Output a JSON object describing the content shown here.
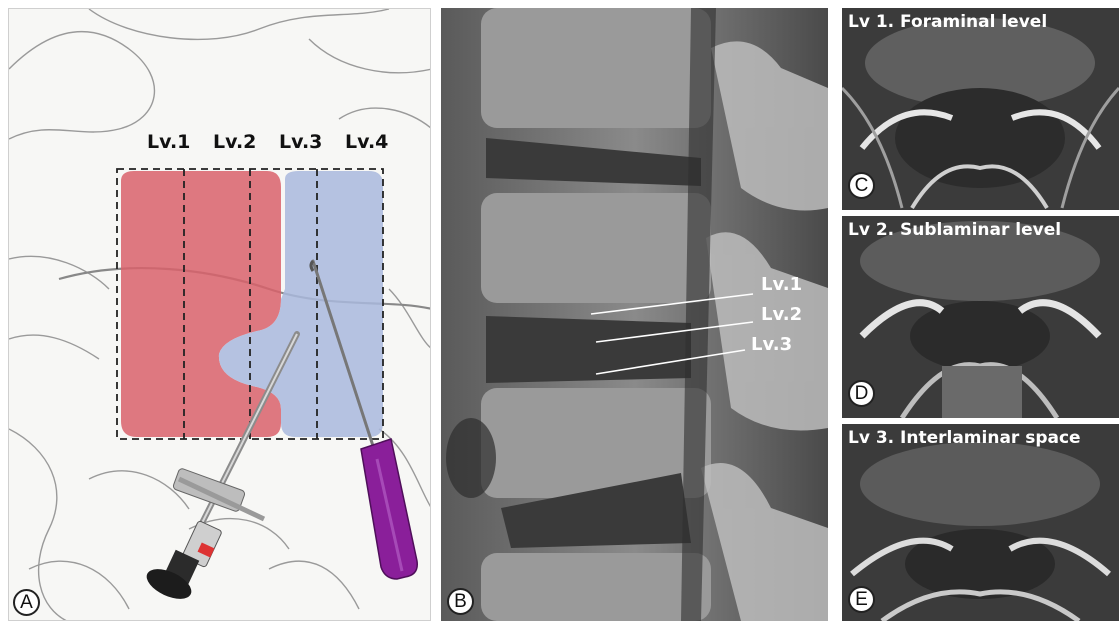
{
  "panel_a": {
    "letter": "A",
    "levels": [
      "Lv.1",
      "Lv.2",
      "Lv.3",
      "Lv.4"
    ],
    "colors": {
      "zone_red": "#d9626b",
      "zone_blue": "#a9b9dd",
      "handle": "#8a1f9a"
    }
  },
  "panel_b": {
    "letter": "B",
    "labels": [
      "Lv.1",
      "Lv.2",
      "Lv.3"
    ]
  },
  "panel_c": {
    "letter": "C",
    "title": "Lv 1. Foraminal level"
  },
  "panel_d": {
    "letter": "D",
    "title": "Lv 2. Sublaminar level"
  },
  "panel_e": {
    "letter": "E",
    "title": "Lv 3. Interlaminar space"
  }
}
